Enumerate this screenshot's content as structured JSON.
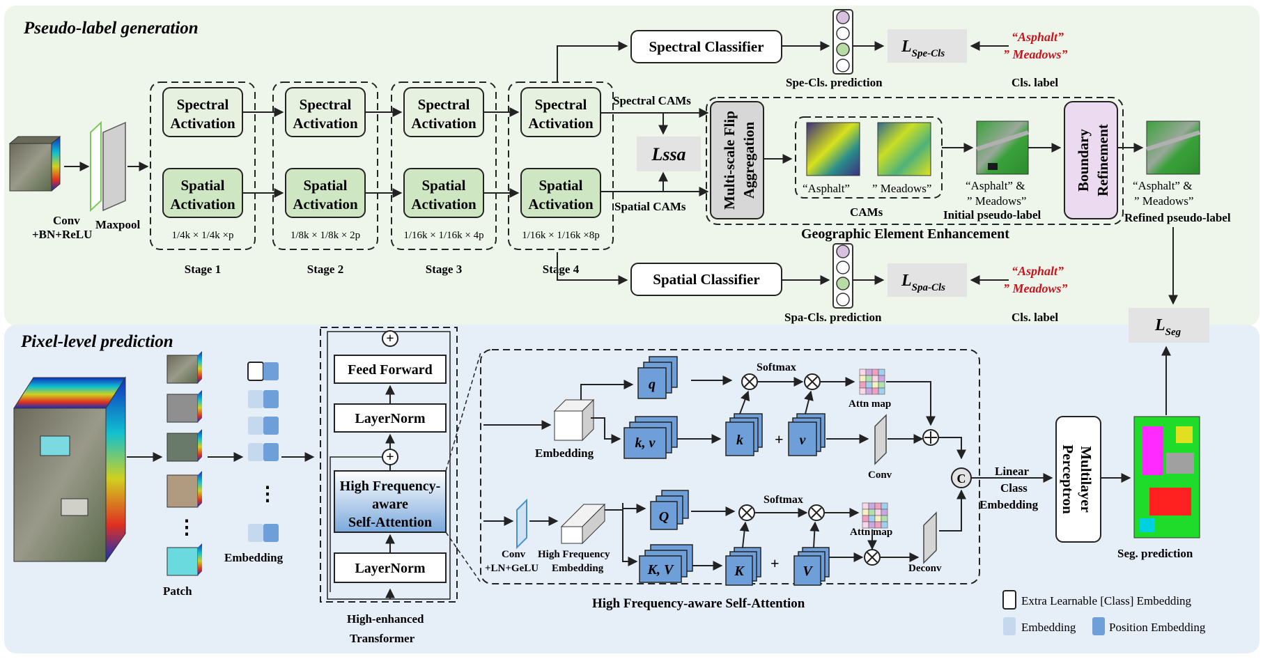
{
  "sections": {
    "top_title": "Pseudo-label generation",
    "bottom_title": "Pixel-level prediction"
  },
  "top": {
    "conv_label_1": "Conv",
    "conv_label_2": "+BN+ReLU",
    "maxpool_label": "Maxpool",
    "stages": [
      {
        "spectral_1": "Spectral",
        "spectral_2": "Activation",
        "spatial_1": "Spatial",
        "spatial_2": "Activation",
        "dims": "1/4k × 1/4k ×p",
        "label": "Stage 1"
      },
      {
        "spectral_1": "Spectral",
        "spectral_2": "Activation",
        "spatial_1": "Spatial",
        "spatial_2": "Activation",
        "dims": "1/8k × 1/8k × 2p",
        "label": "Stage 2"
      },
      {
        "spectral_1": "Spectral",
        "spectral_2": "Activation",
        "spatial_1": "Spatial",
        "spatial_2": "Activation",
        "dims": "1/16k × 1/16k × 4p",
        "label": "Stage 3"
      },
      {
        "spectral_1": "Spectral",
        "spectral_2": "Activation",
        "spatial_1": "Spatial",
        "spatial_2": "Activation",
        "dims": "1/16k × 1/16k ×8p",
        "label": "Stage 4"
      }
    ],
    "spectral_classifier": "Spectral Classifier",
    "spatial_classifier": "Spatial Classifier",
    "spe_pred_label": "Spe-Cls. prediction",
    "spa_pred_label": "Spa-Cls. prediction",
    "loss_spe": "L",
    "loss_spe_sub": "Spe-Cls",
    "loss_spa": "L",
    "loss_spa_sub": "Spa-Cls",
    "cls_label_1": "Cls. label",
    "cls_label_2": "Cls. label",
    "red_asphalt_1": "“Asphalt”",
    "red_meadows_1": "” Meadows”",
    "red_asphalt_2": "“Asphalt”",
    "red_meadows_2": "” Meadows”",
    "spectral_cams": "Spectral CAMs",
    "spatial_cams": "Spatial CAMs",
    "lssa": "Lssa",
    "msfa_1": "Multi-scale Flip",
    "msfa_2": "Aggregation",
    "cam_asphalt": "“Asphalt”",
    "cam_meadows": "” Meadows”",
    "cams_label": "CAMs",
    "initial_pl_1": "“Asphalt” &",
    "initial_pl_2": "” Meadows”",
    "initial_pl_label": "Initial pseudo-label",
    "boundary_1": "Boundary",
    "boundary_2": "Refinement",
    "refined_pl_1": "“Asphalt” &",
    "refined_pl_2": "” Meadows”",
    "refined_pl_label": "Refined pseudo-label",
    "gee_label": "Geographic Element Enhancement",
    "loss_seg": "L",
    "loss_seg_sub": "Seg"
  },
  "bottom": {
    "patch_label": "Patch",
    "embedding_label": "Embedding",
    "feed_forward": "Feed Forward",
    "layernorm_top": "LayerNorm",
    "hfsa_1": "High Frequency-",
    "hfsa_2": "aware",
    "hfsa_3": "Self-Attention",
    "layernorm_bottom": "LayerNorm",
    "het_1": "High-enhanced",
    "het_2": "Transformer",
    "embedding_cube": "Embedding",
    "q": "q",
    "kv": "k, v",
    "k": "k",
    "v": "v",
    "softmax_1": "Softmax",
    "attn_map_1": "Attn map",
    "conv_label": "Conv",
    "conv_ln_1": "Conv",
    "conv_ln_2": "+LN+GeLU",
    "hf_embed_1": "High Frequency",
    "hf_embed_2": "Embedding",
    "Q": "Q",
    "KV": "K, V",
    "K": "K",
    "V": "V",
    "softmax_2": "Softmax",
    "attn_map_2": "Attn map",
    "deconv": "Deconv",
    "hfsa_label": "High Frequency-aware Self-Attention",
    "concat": "C",
    "linear_1": "Linear",
    "linear_2": "Class",
    "linear_3": "Embedding",
    "mlp_1": "Multilayer",
    "mlp_2": "Perceptron",
    "seg_pred": "Seg. prediction",
    "legend_extra": "Extra Learnable [Class] Embedding",
    "legend_embedding": "Embedding",
    "legend_position": "Position Embedding",
    "dots": "⋮",
    "plus": "+"
  },
  "colors": {
    "top_bg": "#eef5ea",
    "bottom_bg": "#e6eef7",
    "green_box": "#e6f1df",
    "green_fill": "#cfe6c2",
    "pink_box": "#ecdaf0",
    "blue_box": "#6f9fd8",
    "light_blue": "#c5d9ee",
    "red_text": "#c8141c"
  }
}
